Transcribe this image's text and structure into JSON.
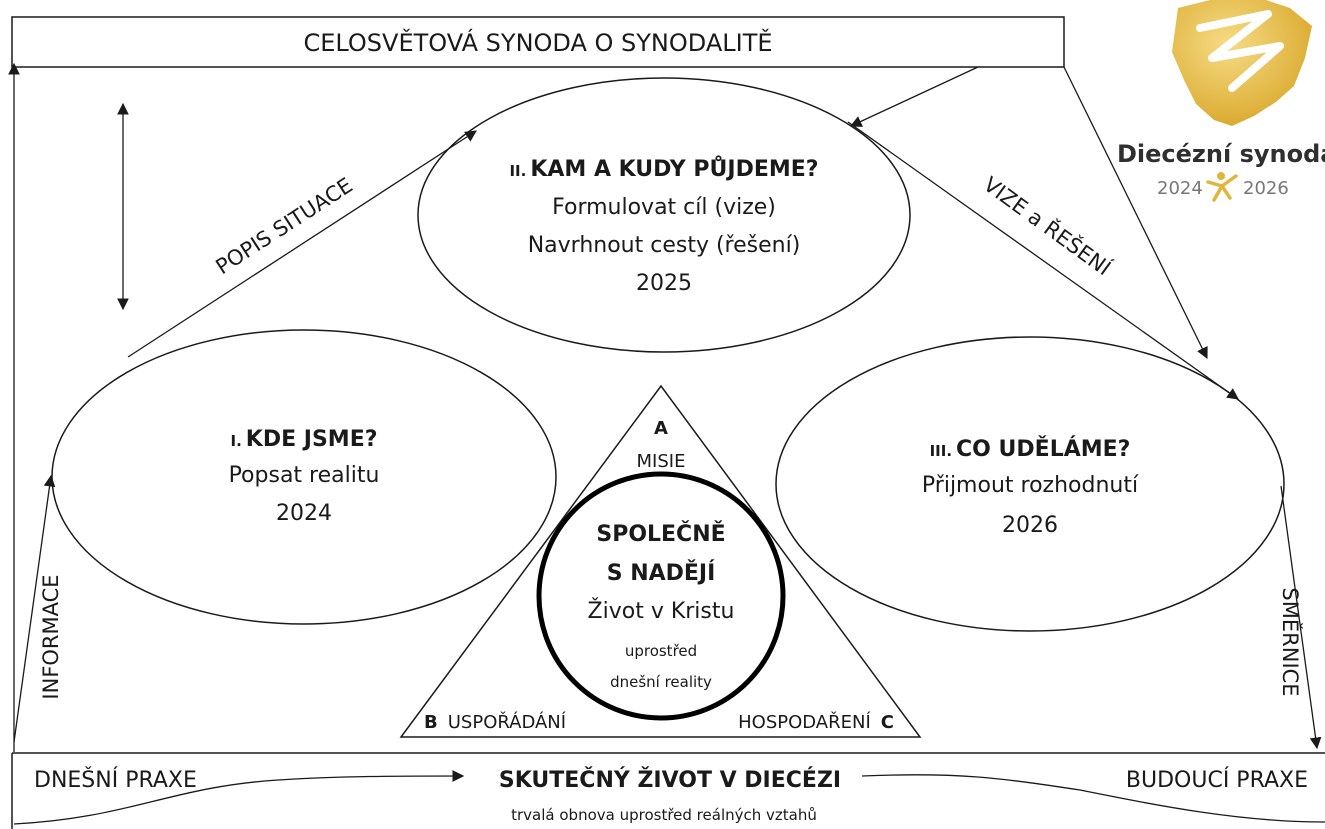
{
  "top_box": {
    "title": "CELOSVĚTOVÁ SYNODA O SYNODALITĚ"
  },
  "logo": {
    "title": "Diecézní synoda",
    "year_start": "2024",
    "year_end": "2026",
    "color": "#e0b63c"
  },
  "steps": {
    "one": {
      "numeral": "I.",
      "title": "KDE JSME?",
      "line1": "Popsat realitu",
      "year": "2024"
    },
    "two": {
      "numeral": "II.",
      "title": "KAM A KUDY PŮJDEME?",
      "line1": "Formulovat cíl (vize)",
      "line2": "Navrhnout cesty (řešení)",
      "year": "2025"
    },
    "three": {
      "numeral": "III.",
      "title": "CO UDĚLÁME?",
      "line1": "Přijmout rozhodnutí",
      "year": "2026"
    }
  },
  "edge_labels": {
    "popis": "POPIS SITUACE",
    "vize": "VIZE a ŘEŠENÍ",
    "informace": "INFORMACE",
    "smernice": "SMĚRNICE"
  },
  "triangle": {
    "a_letter": "A",
    "a_label": "MISIE",
    "b_letter": "B",
    "b_label": "USPOŘÁDÁNÍ",
    "c_letter": "C",
    "c_label": "HOSPODAŘENÍ"
  },
  "center": {
    "line1": "SPOLEČNĚ",
    "line2": "S NADĚJÍ",
    "line3": "Život v Kristu",
    "line4": "uprostřed",
    "line5": "dnešní reality"
  },
  "bottom": {
    "left": "DNEŠNÍ PRAXE",
    "center": "SKUTEČNÝ ŽIVOT V DIECÉZI",
    "subtitle": "trvalá obnova uprostřed reálných vztahů",
    "right": "BUDOUCÍ PRAXE"
  }
}
